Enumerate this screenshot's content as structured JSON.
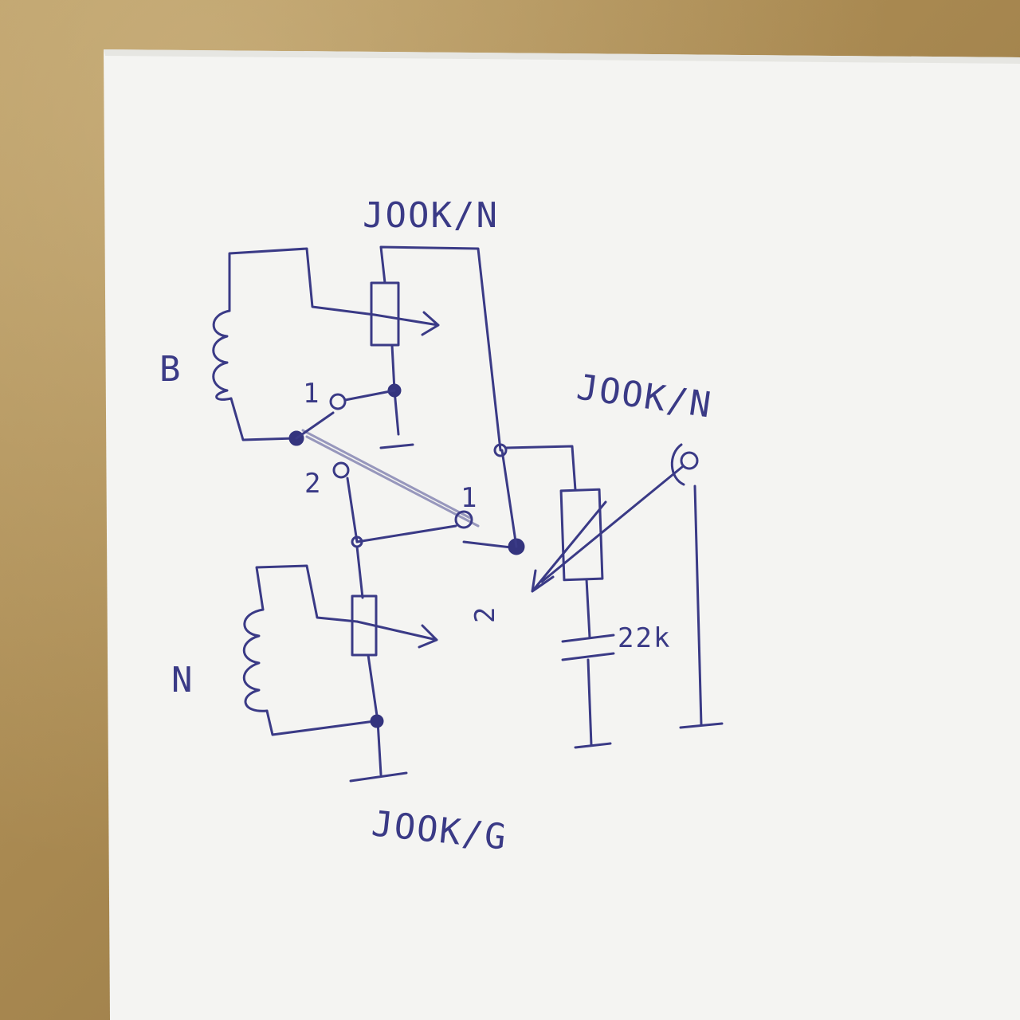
{
  "labels": {
    "top_pot": "JOOK/N",
    "right_pot": "JOOK/N",
    "bottom_pot": "JOOK/G",
    "pickup_b": "B",
    "pickup_n": "N",
    "cap": "22k",
    "sw1_pos1": "1",
    "sw1_pos2": "2",
    "sw2_pos1": "1",
    "sw2_pos2": "2"
  },
  "colors": {
    "ink": "#3a3a86",
    "paper": "#f4f4f2",
    "desk": "#a88850"
  }
}
